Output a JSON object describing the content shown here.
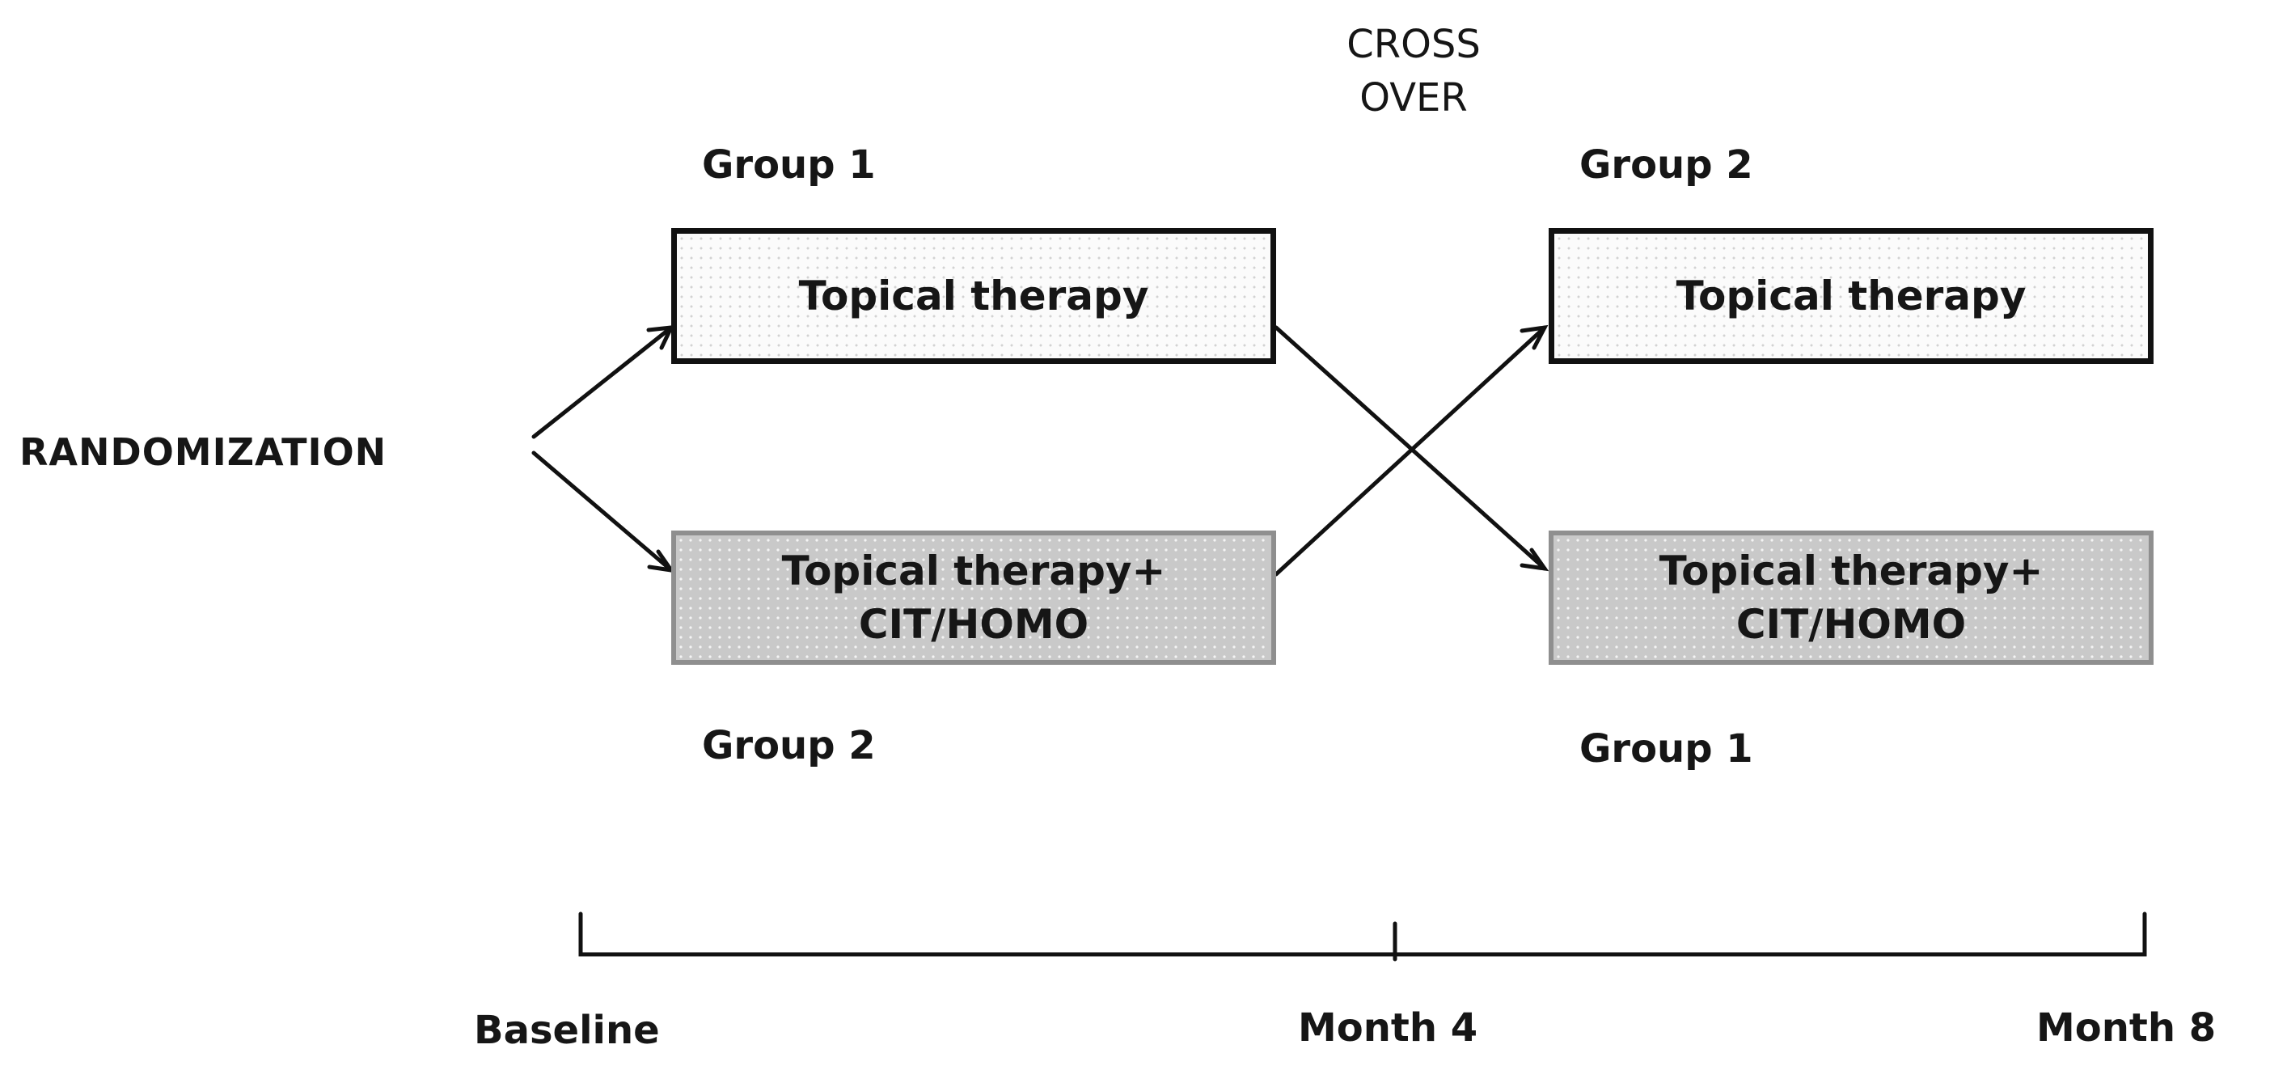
{
  "diagram": {
    "crossover": [
      "CROSS",
      "OVER"
    ],
    "randomization": "RANDOMIZATION",
    "period1": {
      "top_group": "Group 1",
      "bottom_group": "Group 2",
      "top_box": "Topical therapy",
      "bottom_box_line1": "Topical therapy+",
      "bottom_box_line2": "CIT/HOMO"
    },
    "period2": {
      "top_group": "Group 2",
      "bottom_group": "Group 1",
      "top_box": "Topical therapy",
      "bottom_box_line1": "Topical therapy+",
      "bottom_box_line2": "CIT/HOMO"
    },
    "timeline": {
      "start": "Baseline",
      "mid": "Month 4",
      "end": "Month 8"
    }
  }
}
